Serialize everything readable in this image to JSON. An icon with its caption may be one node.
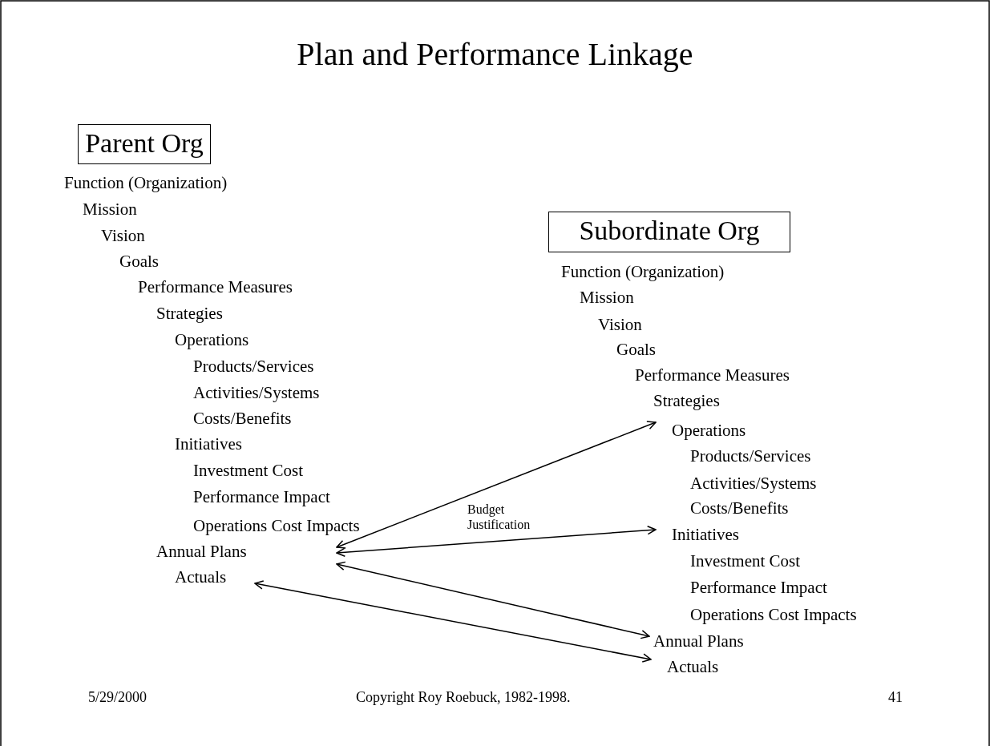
{
  "diagram": {
    "title": "Plan and Performance Linkage",
    "nodes": [
      {
        "text": [
          "Parent Org"
        ]
      },
      {
        "text": [
          "Annual Plans"
        ]
      },
      {
        "text": [
          "Actuals"
        ]
      },
      {
        "text": [
          "Subordinate Org"
        ]
      },
      {
        "text": [
          "Operations"
        ]
      },
      {
        "text": [
          "Initiatives"
        ]
      },
      {
        "text": [
          "Annual Plans"
        ]
      },
      {
        "text": [
          "Actuals"
        ]
      }
    ],
    "edges": [
      {
        "from": 1,
        "to": 4,
        "arrow": "both"
      },
      {
        "from": 1,
        "to": 5,
        "arrow": "both",
        "label": "Budget Justification"
      },
      {
        "from": 1,
        "to": 6,
        "arrow": "both"
      },
      {
        "from": 2,
        "to": 7,
        "arrow": "both"
      }
    ],
    "labels": [
      "Function (Organization)",
      "Mission",
      "Vision",
      "Goals",
      "Performance Measures",
      "Strategies",
      "Operations",
      "Products/Services",
      "Activities/Systems",
      "Costs/Benefits",
      "Initiatives",
      "Investment Cost",
      "Performance Impact",
      "Operations Cost Impacts",
      "Function (Organization)",
      "Mission",
      "Vision",
      "Goals",
      "Performance Measures",
      "Strategies",
      "Products/Services",
      "Activities/Systems",
      "Costs/Benefits",
      "Investment Cost",
      "Performance Impact",
      "Operations Cost Impacts",
      "5/29/2000",
      "Copyright Roy Roebuck, 1982-1998.",
      "41"
    ]
  }
}
